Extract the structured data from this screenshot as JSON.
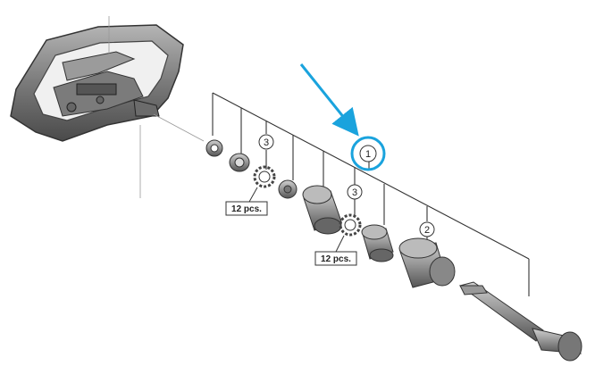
{
  "callouts": {
    "c1": "1",
    "c2": "2",
    "c3a": "3",
    "c3b": "3"
  },
  "quantities": {
    "q1": "12 pcs.",
    "q2": "12 pcs."
  },
  "colors": {
    "highlight": "#1aa3dd",
    "line": "#333333",
    "part_fill": "#8a8a8a",
    "part_dark": "#4a4a4a"
  },
  "icons": {
    "pointer": "arrow-pointer-icon"
  }
}
